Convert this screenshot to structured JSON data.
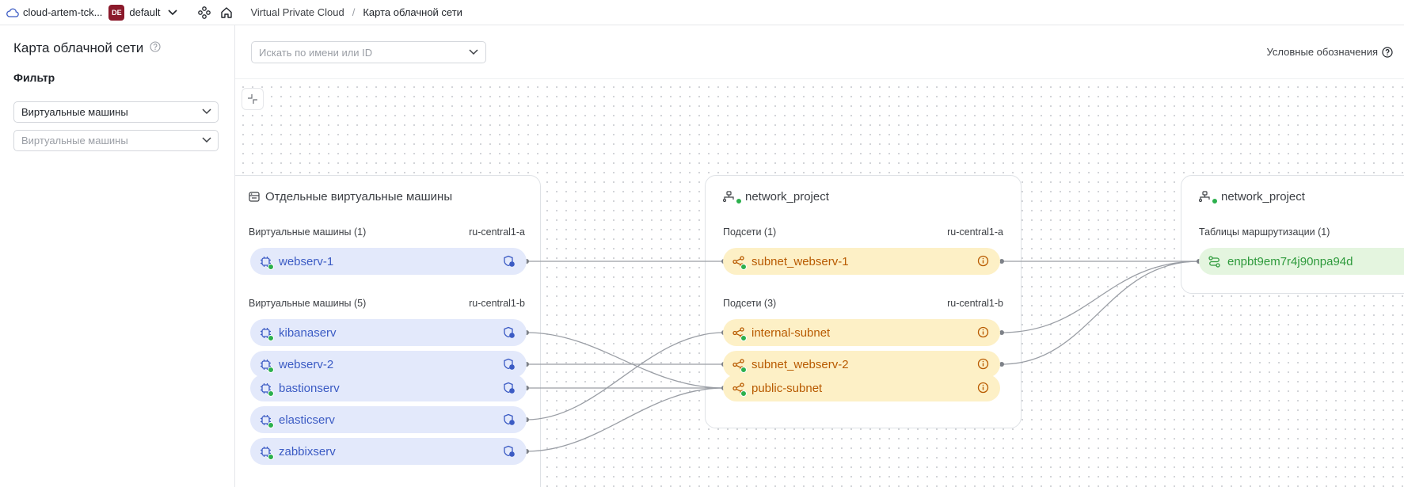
{
  "header": {
    "cloud_name": "cloud-artem-tck...",
    "folder_badge": "DE",
    "folder_name": "default",
    "breadcrumb_service": "Virtual Private Cloud",
    "breadcrumb_separator": "/",
    "breadcrumb_current": "Карта облачной сети"
  },
  "sidebar": {
    "title": "Карта облачной сети",
    "filter_label": "Фильтр",
    "filter_type_value": "Виртуальные машины",
    "filter_items_placeholder": "Виртуальные машины"
  },
  "toolbar": {
    "search_placeholder": "Искать по имени или ID",
    "legend_label": "Условные обозначения"
  },
  "groups": {
    "vms": {
      "title": "Отдельные виртуальные машины",
      "section_a_label": "Виртуальные машины (1)",
      "section_a_zone": "ru-central1-a",
      "section_b_label": "Виртуальные машины (5)",
      "section_b_zone": "ru-central1-b",
      "items": [
        "webserv-1",
        "kibanaserv",
        "webserv-2",
        "bastionserv",
        "elasticserv",
        "zabbixserv"
      ]
    },
    "network": {
      "title": "network_project",
      "section_a_label": "Подсети (1)",
      "section_a_zone": "ru-central1-a",
      "section_b_label": "Подсети (3)",
      "section_b_zone": "ru-central1-b",
      "items": [
        "subnet_webserv-1",
        "internal-subnet",
        "subnet_webserv-2",
        "public-subnet"
      ]
    },
    "routes": {
      "title": "network_project",
      "section_label": "Таблицы маршрутизации (1)",
      "items": [
        "enpbt9em7r4j90npa94d"
      ]
    }
  },
  "colors": {
    "vm_bg": "#e3e9fb",
    "vm_text": "#3b5bc4",
    "subnet_bg": "#fdf0c6",
    "subnet_text": "#b85a00",
    "route_bg": "#e4f5df",
    "route_text": "#2e9a3c",
    "status_ok": "#2cb04d"
  }
}
